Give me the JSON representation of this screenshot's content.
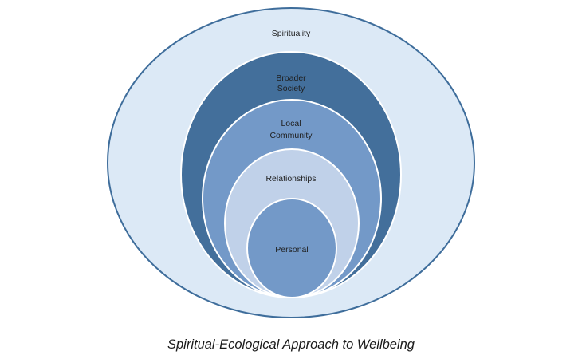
{
  "diagram": {
    "type": "nested-ellipses",
    "layers": [
      {
        "id": "spirituality",
        "lines": [
          "Spirituality"
        ],
        "fill": "#dce9f6",
        "stroke": "#3e6d9b"
      },
      {
        "id": "broader-society",
        "lines": [
          "Broader",
          "Society"
        ],
        "fill": "#436f9b",
        "stroke": "#ffffff"
      },
      {
        "id": "local-community",
        "lines": [
          "Local",
          "Community"
        ],
        "fill": "#7399c8",
        "stroke": "#ffffff"
      },
      {
        "id": "relationships",
        "lines": [
          "Relationships"
        ],
        "fill": "#c0d1e9",
        "stroke": "#ffffff"
      },
      {
        "id": "personal",
        "lines": [
          "Personal"
        ],
        "fill": "#7399c8",
        "stroke": "#ffffff"
      }
    ]
  },
  "caption": "Spiritual-Ecological Approach to Wellbeing"
}
